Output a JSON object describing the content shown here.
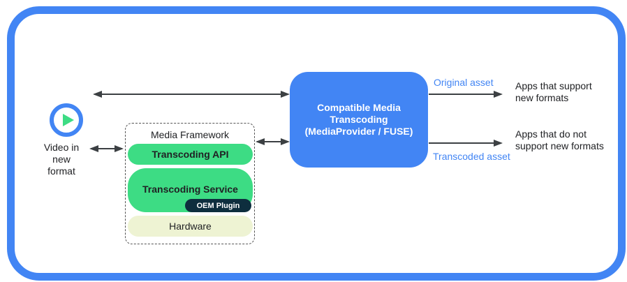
{
  "palette": {
    "frame_blue": "#4285f4",
    "android_green": "#3ddc84",
    "oem_dark": "#0e2e3e",
    "hardware_pale": "#eef3d3",
    "arrow_gray": "#3c4043",
    "asset_label_blue": "#4285f4"
  },
  "source": {
    "icon": "play-icon",
    "label": "Video in\nnew\nformat"
  },
  "media_framework": {
    "title": "Media Framework",
    "api_label": "Transcoding API",
    "service_label": "Transcoding Service",
    "oem_label": "OEM Plugin",
    "hardware_label": "Hardware"
  },
  "transcoder": {
    "label": "Compatible Media\nTranscoding\n(MediaProvider / FUSE)"
  },
  "outputs": {
    "original": {
      "asset": "Original asset",
      "target": "Apps that support\nnew formats"
    },
    "transcoded": {
      "asset": "Transcoded asset",
      "target": "Apps that do not\nsupport new formats"
    }
  }
}
